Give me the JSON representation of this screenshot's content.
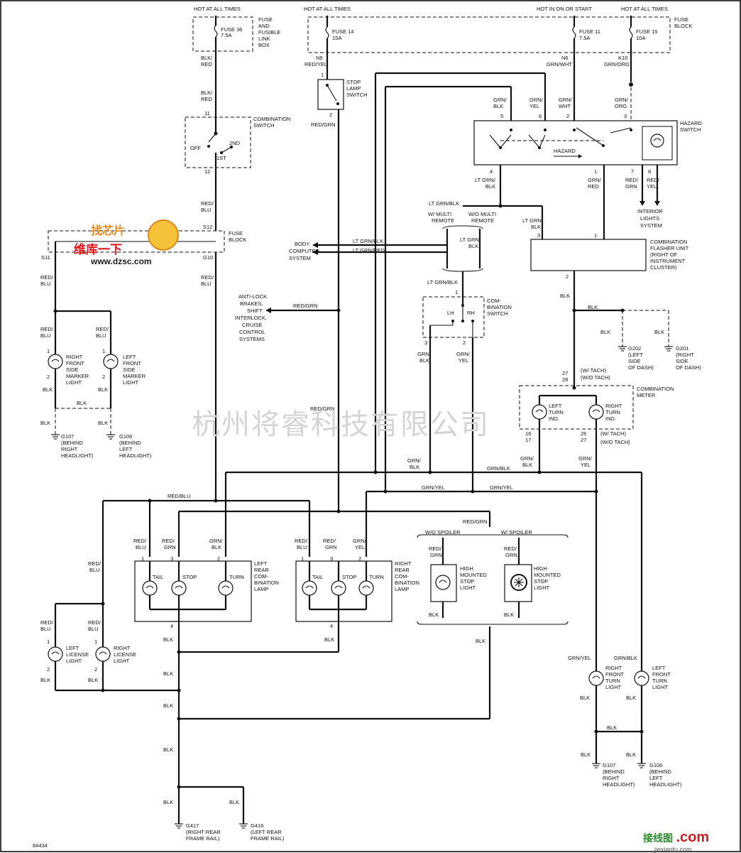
{
  "watermarks": {
    "company_cn": "杭州将睿科技有限公司",
    "site": "www.dzsc.com",
    "site_cn": "维库一下",
    "logo_cn": "找芯片",
    "jiexiantu_cn": "接线图",
    "jiexiantu_com": ".com",
    "jiexiantu_url": "jiexiantu.com"
  },
  "diagram_id": "84434",
  "fuses": {
    "fuse36": {
      "hot": "HOT AT ALL TIMES",
      "line1": "FUSE 36",
      "line2": "7.5A",
      "box": [
        "FUSE",
        "AND",
        "FUSIBLE",
        "LINK",
        "BOX"
      ]
    },
    "fuse14": {
      "hot": "HOT AT ALL TIMES",
      "line1": "FUSE 14",
      "line2": "15A",
      "pin": "N9",
      "wire": "RED/YEL"
    },
    "fuse11": {
      "hot": "HOT IN ON OR START",
      "line1": "FUSE 11",
      "line2": "7.5A",
      "pin": "N6",
      "wire": "GRN/WHT"
    },
    "fuse15": {
      "hot": "HOT AT ALL TIMES",
      "line1": "FUSE 15",
      "line2": "10A",
      "pin": "K10",
      "wire": "GRN/ORG"
    },
    "fuse_block": [
      "FUSE",
      "BLOCK"
    ]
  },
  "labels": {
    "blk_red_1": [
      "BLK/",
      "RED"
    ],
    "blk_red_2": [
      "BLK/",
      "RED"
    ],
    "comb_switch": [
      "COMBINATION",
      "SWITCH"
    ],
    "off": "OFF",
    "second": "2ND",
    "first": "1ST",
    "red_blu": [
      "RED/",
      "BLU"
    ],
    "fuse_block2": [
      "FUSE",
      "BLOCK"
    ],
    "s12": "S12",
    "s11": "S11",
    "g10": "G10",
    "stop_lamp_switch": [
      "STOP",
      "LAMP",
      "SWITCH"
    ],
    "red_grn": "RED/GRN",
    "body_computer": [
      "BODY",
      "COMPUTER",
      "SYSTEM"
    ],
    "lt_grn_blk": "LT GRN/BLK",
    "lt_grn_red": "LT GRN/RED",
    "abs": [
      "ANTI-LOCK",
      "BRAKES,",
      "SHIFT",
      "INTERLOCK,",
      "CRUISE",
      "CONTROL",
      "SYSTEMS"
    ],
    "hazard_switch": [
      "HAZARD",
      "SWITCH"
    ],
    "hazard": "HAZARD",
    "grn_blk": [
      "GRN/",
      "BLK"
    ],
    "grn_yel": [
      "GRN/",
      "YEL"
    ],
    "grn_wht": [
      "GRN/",
      "WHT"
    ],
    "grn_org": [
      "GRN/",
      "ORG"
    ],
    "lt_grn_blk2": [
      "LT GRN/",
      "BLK"
    ],
    "grn_red": [
      "GRN/",
      "RED"
    ],
    "red_grn2": [
      "RED/",
      "GRN"
    ],
    "red_yel2": [
      "RED/",
      "YEL"
    ],
    "interior_lights": [
      "INTERIOR",
      "LIGHTS",
      "SYSTEM"
    ],
    "multi_remote": [
      "W/ MULTI",
      "REMOTE"
    ],
    "no_multi_remote": [
      "W/O MULTI",
      "REMOTE"
    ],
    "flasher": [
      "COMBINATION",
      "FLASHER UNIT",
      "(RIGHT OF",
      "INSTRUMENT",
      "CLUSTER)"
    ],
    "comb_switch2": [
      "COM-",
      "BINATION",
      "SWITCH"
    ],
    "lh": "LH",
    "rh": "RH",
    "blk": "BLK",
    "g202": [
      "G202",
      "(LEFT",
      "SIDE",
      "OF DASH)"
    ],
    "g201": [
      "G201",
      "(RIGHT",
      "SIDE",
      "OF DASH)"
    ],
    "w_tach": "(W/ TACH)",
    "wo_tach": "(W/O TACH)",
    "comb_meter": [
      "COMBINATION",
      "METER"
    ],
    "left_turn_ind": [
      "LEFT",
      "TURN",
      "IND."
    ],
    "right_turn_ind": [
      "RIGHT",
      "TURN",
      "IND."
    ],
    "right_front_side_marker": [
      "RIGHT",
      "FRONT",
      "SIDE",
      "MARKER",
      "LIGHT"
    ],
    "left_front_side_marker": [
      "LEFT",
      "FRONT",
      "SIDE",
      "MARKER",
      "LIGHT"
    ],
    "g107": [
      "G107",
      "(BEHIND",
      "RIGHT",
      "HEADLIGHT)"
    ],
    "g106": [
      "G106",
      "(BEHIND",
      "LEFT",
      "HEADLIGHT)"
    ],
    "red_blu_h": "RED/BLU",
    "grn_blk_h": "GRN/BLK",
    "grn_yel_h": "GRN/YEL",
    "left_rear_comb": [
      "LEFT",
      "REAR",
      "COM-",
      "BINATION",
      "LAMP"
    ],
    "right_rear_comb": [
      "RIGHT",
      "REAR",
      "COM-",
      "BINATION",
      "LAMP"
    ],
    "tail": "TAIL",
    "stop": "STOP",
    "turn": "TURN",
    "wo_spoiler": "W/O SPOILER",
    "w_spoiler": "W/ SPOILER",
    "hmsl": [
      "HIGH",
      "MOUNTED",
      "STOP",
      "LIGHT"
    ],
    "left_license": [
      "LEFT",
      "LICENSE",
      "LIGHT"
    ],
    "right_license": [
      "RIGHT",
      "LICENSE",
      "LIGHT"
    ],
    "right_front_turn": [
      "RIGHT",
      "FRONT",
      "TURN",
      "LIGHT"
    ],
    "left_front_turn": [
      "LEFT",
      "FRONT",
      "TURN",
      "LIGHT"
    ],
    "g417": [
      "G417",
      "(RIGHT REAR",
      "FRAME RAIL)"
    ],
    "g416": [
      "G416",
      "(LEFT REAR",
      "FRAME RAIL)"
    ]
  }
}
